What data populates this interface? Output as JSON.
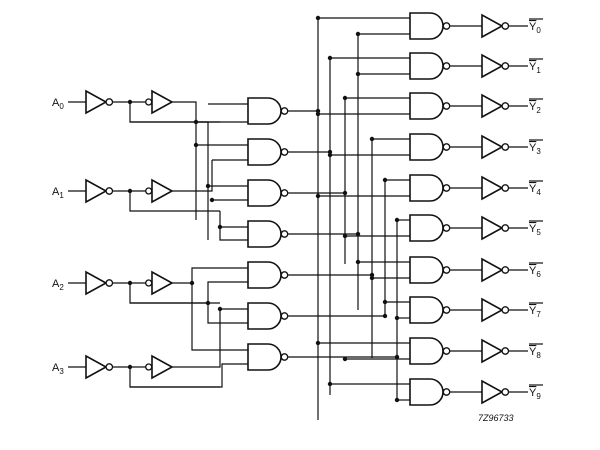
{
  "inputs": [
    {
      "base": "A",
      "sub": "0"
    },
    {
      "base": "A",
      "sub": "1"
    },
    {
      "base": "A",
      "sub": "2"
    },
    {
      "base": "A",
      "sub": "3"
    }
  ],
  "outputs": [
    {
      "base": "Y",
      "sub": "0"
    },
    {
      "base": "Y",
      "sub": "1"
    },
    {
      "base": "Y",
      "sub": "2"
    },
    {
      "base": "Y",
      "sub": "3"
    },
    {
      "base": "Y",
      "sub": "4"
    },
    {
      "base": "Y",
      "sub": "5"
    },
    {
      "base": "Y",
      "sub": "6"
    },
    {
      "base": "Y",
      "sub": "7"
    },
    {
      "base": "Y",
      "sub": "8"
    },
    {
      "base": "Y",
      "sub": "9"
    }
  ],
  "drawing_code": "7Z96733"
}
